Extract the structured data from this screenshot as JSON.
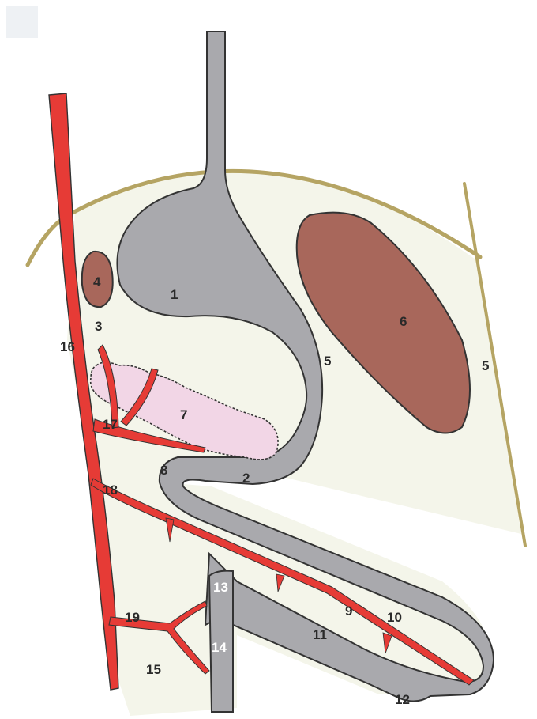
{
  "figure": {
    "labels": {
      "l1": "1",
      "l2": "2",
      "l3": "3",
      "l4": "4",
      "l5a": "5",
      "l5b": "5",
      "l6": "6",
      "l7": "7",
      "l8": "8",
      "l9": "9",
      "l10": "10",
      "l11": "11",
      "l12": "12",
      "l13": "13",
      "l14": "14",
      "l15": "15",
      "l16": "16",
      "l17": "17",
      "l18": "18",
      "l19": "19"
    }
  },
  "colors": {
    "background_tissue": "#f4f5ea",
    "membrane_outline": "#b5a463",
    "gray_organ": "#a9a9ad",
    "artery_red": "#e63b36",
    "brown_organ": "#a8675b",
    "pink_gland": "#f2d6e6",
    "outline": "#333333"
  }
}
